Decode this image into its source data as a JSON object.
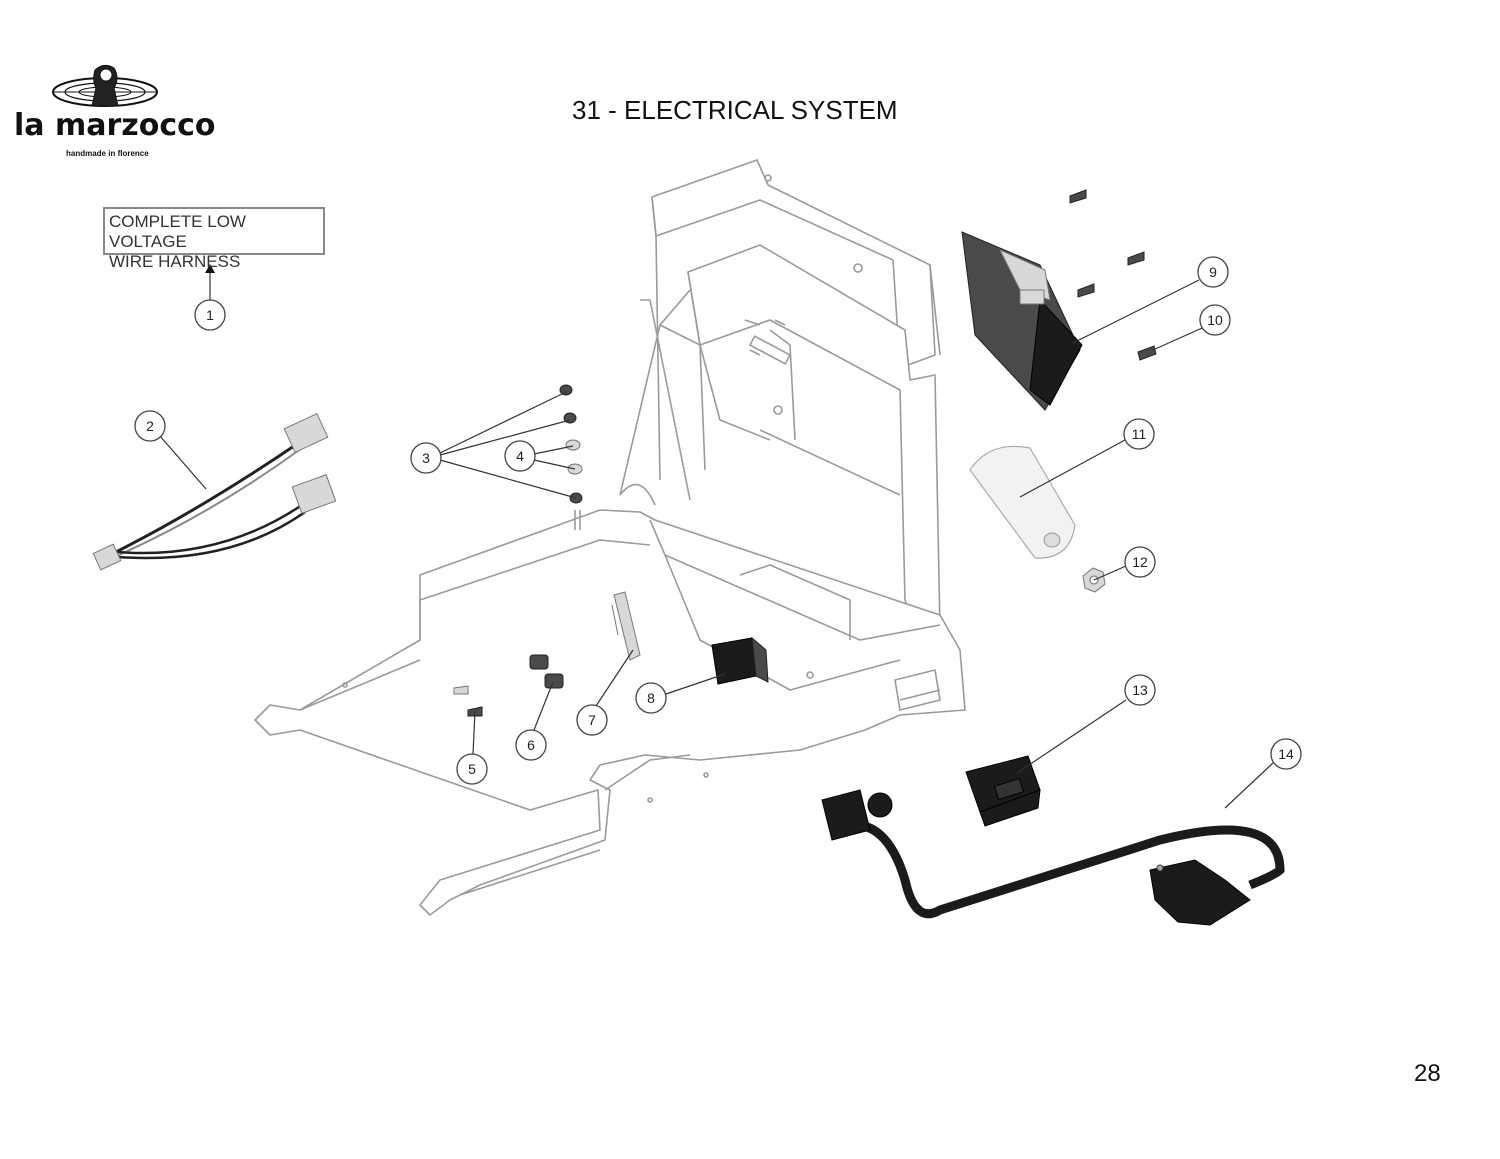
{
  "brand": {
    "name": "la marzocco",
    "tagline": "handmade in florence",
    "logo_icon": "globe-lion-logo-icon"
  },
  "page": {
    "title": "31 - ELECTRICAL SYSTEM",
    "number": "28"
  },
  "note": {
    "line1": "COMPLETE LOW VOLTAGE",
    "line2": "WIRE HARNESS"
  },
  "callouts": {
    "c1": "1",
    "c2": "2",
    "c3": "3",
    "c4": "4",
    "c5": "5",
    "c6": "6",
    "c7": "7",
    "c8": "8",
    "c9": "9",
    "c10": "10",
    "c11": "11",
    "c12": "12",
    "c13": "13",
    "c14": "14"
  },
  "colors": {
    "frame_line": "#9a9a9a",
    "part_dark": "#1b1b1b",
    "callout_stroke": "#444444"
  }
}
